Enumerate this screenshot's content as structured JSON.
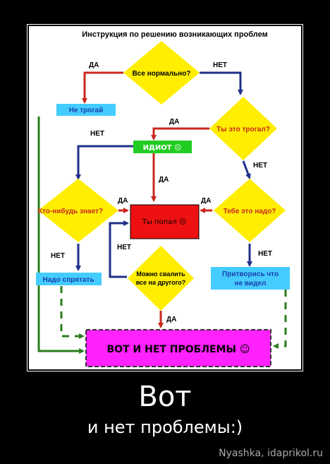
{
  "diagram": {
    "title": "Инструкция по решению возникающих проблем",
    "nodes": {
      "all_ok": "Все нормально?",
      "dont_touch": "Не трогай",
      "did_you_touch": "Ты это трогал?",
      "idiot": "ИДИОТ ☹",
      "anyone_knows": "Кто-нибудь знает?",
      "you_screwed": "Ты попал ☹",
      "do_you_need": "Тебе это надо?",
      "hide_it": "Надо спрятать",
      "blame_line1": "Можно свалить",
      "blame_line2": "все на другого?",
      "pretend_line1": "Притворись что",
      "pretend_line2": "не видел",
      "no_problem": "ВОТ И НЕТ ПРОБЛЕМЫ ☺"
    },
    "edge_labels": {
      "yes": "ДА",
      "no": "НЕТ"
    },
    "colors": {
      "diamond": "#ffee00",
      "dont_touch": "#44ccff",
      "idiot": "#22cc22",
      "you_screwed": "#ee1111",
      "hide_pretend": "#44ccff",
      "no_problem": "#ff22ff",
      "arrow_blue": "#1f2f8a",
      "arrow_red": "#c8281e",
      "arrow_green": "#2b7d1d"
    }
  },
  "caption": {
    "main": "Вот",
    "sub": "и нет проблемы:)",
    "watermark": "Nyashka, idaprikol.ru"
  }
}
